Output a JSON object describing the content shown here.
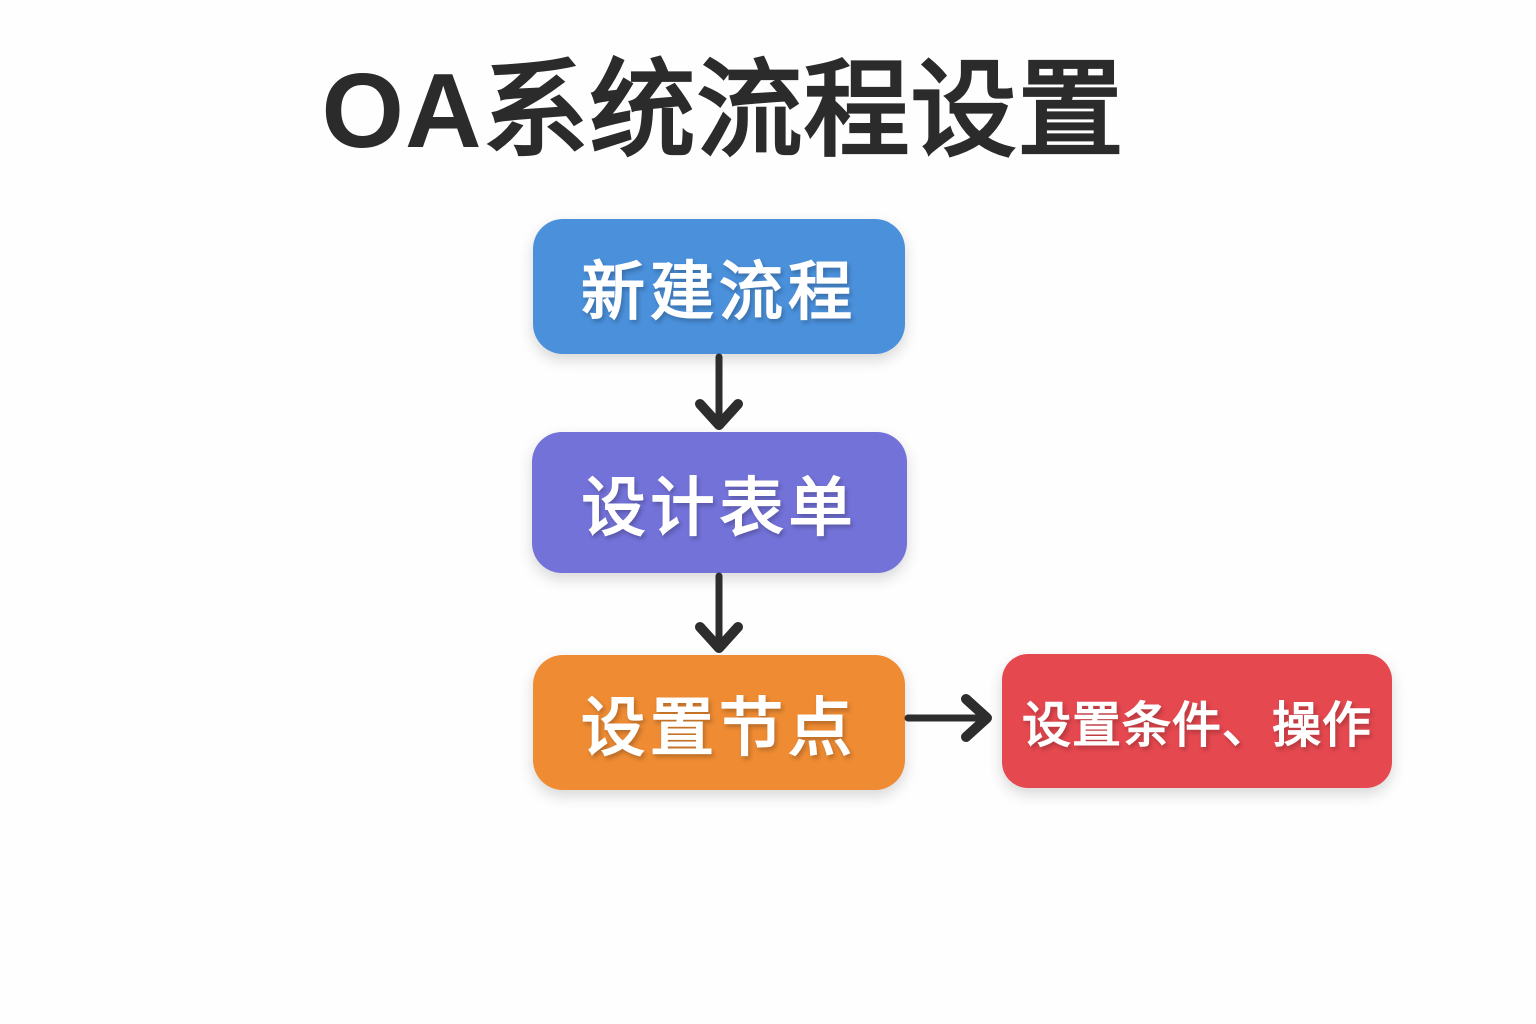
{
  "title": {
    "text": "OA系统流程设置",
    "color": "#2b2b2b"
  },
  "flowchart": {
    "arrow_color": "#2d2d2d",
    "background": "#fefefe",
    "text_color": "#ffffff",
    "nodes": [
      {
        "id": "create-process",
        "label": "新建流程",
        "color": "#4a90db"
      },
      {
        "id": "design-form",
        "label": "设计表单",
        "color": "#7372d9"
      },
      {
        "id": "set-nodes",
        "label": "设置节点",
        "color": "#ee8b33"
      },
      {
        "id": "set-conditions-actions",
        "label": "设置条件、操作",
        "color": "#e5484f"
      }
    ],
    "edges": [
      {
        "from": "create-process",
        "to": "design-form",
        "direction": "down"
      },
      {
        "from": "design-form",
        "to": "set-nodes",
        "direction": "down"
      },
      {
        "from": "set-nodes",
        "to": "set-conditions-actions",
        "direction": "right"
      }
    ]
  }
}
